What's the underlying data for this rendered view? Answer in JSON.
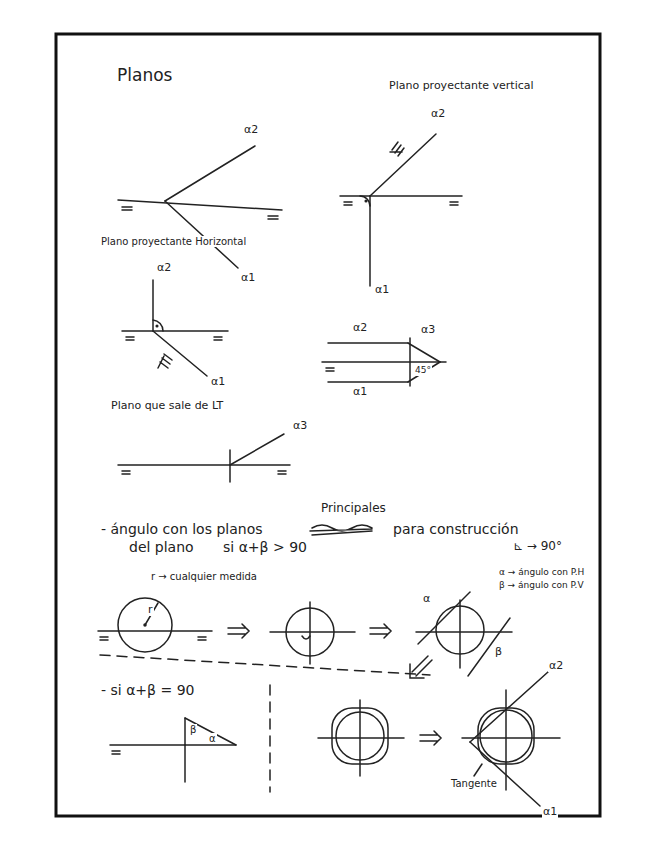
{
  "diagram": {
    "title": "Planos",
    "labels": [
      "Plano proyectante vertical",
      "α2",
      "α1",
      "α2",
      "α1",
      "Plano proyectante Horizontal",
      "α2",
      "α1",
      "α2",
      "α3",
      "45°",
      "α1",
      "Plano que sale de LT",
      "α3",
      "- ángulo con los planos",
      "Principales",
      "para construcción",
      "del plano",
      "si α+β > 90",
      "⊾ → 90°",
      "r → cualquier medida",
      "r",
      "α → ángulo con P.H",
      "β → ángulo con P.V",
      "α",
      "β",
      "- si α+β = 90",
      "β",
      "α",
      "α2",
      "α1",
      "Tangente"
    ]
  }
}
